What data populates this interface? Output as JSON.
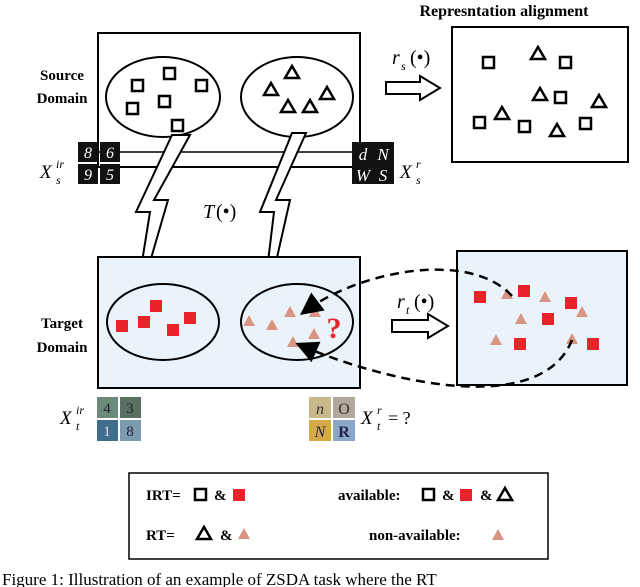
{
  "top_title": "Represntation alignment",
  "source_domain": [
    "Source",
    "Domain"
  ],
  "target_domain": [
    "Target",
    "Domain"
  ],
  "rs_label": "r",
  "rs_sub": "s",
  "rs_arg": "(•)",
  "rt_label": "r",
  "rt_sub": "t",
  "rt_arg": "(•)",
  "T_label": "T",
  "T_arg": "(•)",
  "x_s_ir": {
    "base": "X",
    "sub": "s",
    "sup": "ir"
  },
  "x_s_r": {
    "base": "X",
    "sub": "s",
    "sup": "r"
  },
  "x_t_ir": {
    "base": "X",
    "sub": "t",
    "sup": "ir"
  },
  "x_t_r": {
    "base": "X",
    "sub": "t",
    "sup": "r",
    "tail": "= ?"
  },
  "question_mark": "?",
  "digit_images_source": [
    "8",
    "6",
    "9",
    "5"
  ],
  "letter_images_source": [
    "d",
    "N",
    "W",
    "S"
  ],
  "digit_images_target": [
    "4",
    "3",
    "1",
    "8"
  ],
  "letter_images_target": [
    "n",
    "O",
    "N",
    "R"
  ],
  "legend": {
    "irt": "IRT=",
    "rt": "RT=",
    "amp": "&",
    "available": "available:",
    "non_available": "non-available:"
  },
  "caption": "Figure 1: Illustration of an example of ZSDA task where the RT",
  "colors": {
    "red": "#e8232a",
    "pink": "#d99583",
    "panel": "#eaf3fa"
  }
}
